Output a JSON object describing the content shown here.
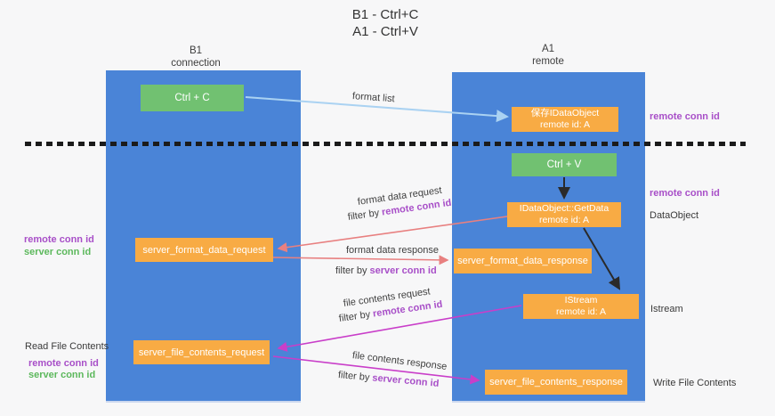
{
  "title": {
    "line1": "B1 - Ctrl+C",
    "line2": "A1 - Ctrl+V"
  },
  "lanes": {
    "left": {
      "title": "B1",
      "subtitle": "connection"
    },
    "right": {
      "title": "A1",
      "subtitle": "remote"
    }
  },
  "nodes": {
    "ctrl_c": {
      "label": "Ctrl + C"
    },
    "save_dataobject": {
      "line1": "保存IDataObject",
      "line2": "remote id: A"
    },
    "ctrl_v": {
      "label": "Ctrl + V"
    },
    "getdata": {
      "line1": "IDataObject::GetData",
      "line2": "remote id: A"
    },
    "server_format_data_request": {
      "label": "server_format_data_request"
    },
    "server_format_data_response": {
      "label": "server_format_data_response"
    },
    "istream": {
      "line1": "IStream",
      "line2": "remote id: A"
    },
    "server_file_contents_request": {
      "label": "server_file_contents_request"
    },
    "server_file_contents_response": {
      "label": "server_file_contents_response"
    }
  },
  "edge_labels": {
    "format_list": "format list",
    "format_data_request": "format data request",
    "format_data_response": "format data response",
    "file_contents_request": "file contents request",
    "file_contents_response": "file contents response",
    "filter_by": "filter by ",
    "remote_conn_id": "remote conn id",
    "server_conn_id": "server conn id"
  },
  "side_labels": {
    "right_top_remote_conn": "remote conn id",
    "right_mid_remote_conn": "remote conn id",
    "right_dataobject": "DataObject",
    "right_istream": "Istream",
    "right_write_file": "Write File Contents",
    "left_mid_remote_conn": "remote conn id",
    "left_mid_server_conn": "server conn id",
    "left_read_file": "Read File Contents",
    "left_bottom_remote_conn": "remote conn id",
    "left_bottom_server_conn": "server conn id"
  },
  "colors": {
    "lane_blue": "#4a84d7",
    "box_orange": "#f8ab44",
    "box_green": "#71c171",
    "arrow_red": "#e88080",
    "arrow_magenta": "#c93ec9",
    "arrow_light_blue": "#aad2f2",
    "arrow_black": "#2a2a2a",
    "label_purple": "#a84fc8",
    "label_green": "#5cb85c"
  }
}
